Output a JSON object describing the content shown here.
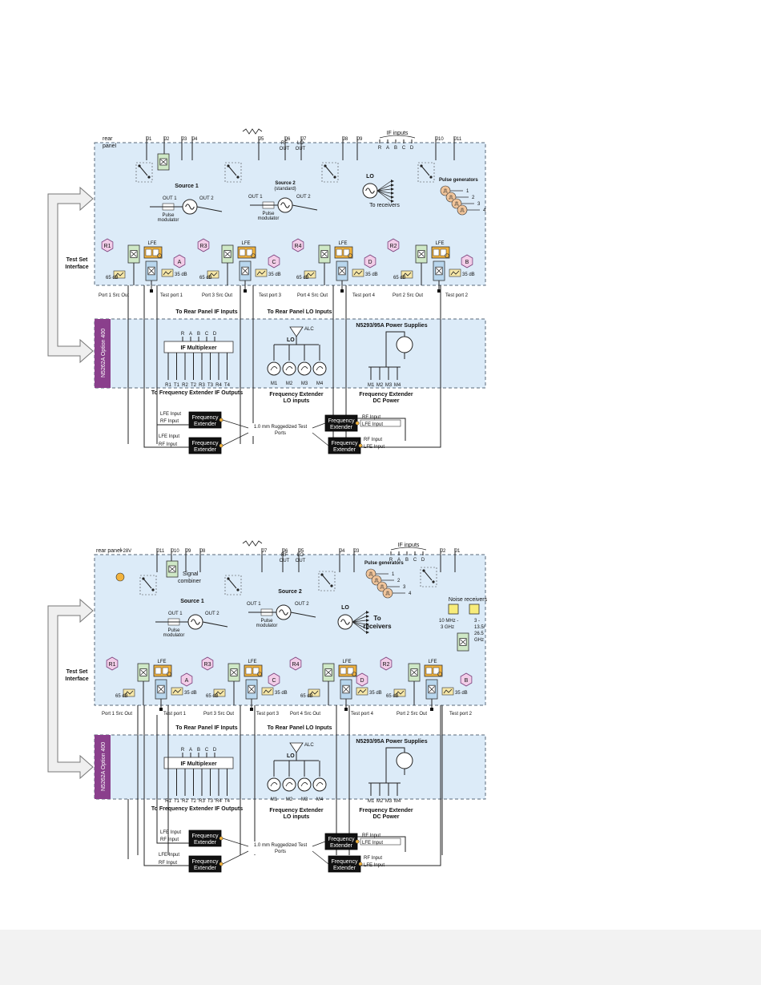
{
  "colors": {
    "test_set_fill": "#dcebf8",
    "panel_border": "#5a6a7a",
    "option_tab": "#8a3f8c",
    "receiver_fill": "#f2cde8",
    "coupler_green": "#cfe8c6",
    "coupler_blue": "#b9d7ee",
    "lfe_orange": "#f2b33d",
    "noise_yellow": "#f7ec7a",
    "pulse_orange": "#f0c49a",
    "black_box": "#111111"
  },
  "diagram1": {
    "rear_panel": "rear",
    "rear_panel2": "panel",
    "test_set_interface": [
      "Test Set",
      "Interface"
    ],
    "option_label": "N5262A Option 400",
    "connectors": [
      "J1",
      "J2",
      "J3",
      "J4",
      "J5",
      "J6",
      "J7",
      "J8",
      "J9",
      "J10",
      "J11"
    ],
    "rf_out": [
      "RF",
      "OUT"
    ],
    "lo_out": [
      "LO",
      "OUT"
    ],
    "if_inputs": "IF inputs",
    "if_inputs_letters": [
      "R",
      "A",
      "B",
      "C",
      "D"
    ],
    "source1": "Source 1",
    "source2": [
      "Source 2",
      "(standard)"
    ],
    "out1": "OUT 1",
    "out2": "OUT 2",
    "pulse_modulator": [
      "Pulse",
      "modulator"
    ],
    "lo": "LO",
    "to_receivers": "To receivers",
    "pulse_generators": "Pulse generators",
    "pg_numbers": [
      "1",
      "2",
      "3",
      "4"
    ],
    "receivers": [
      "R1",
      "A",
      "R3",
      "C",
      "R4",
      "D",
      "R2",
      "B"
    ],
    "lfe": "LFE",
    "attn_65": "65 dB",
    "attn_35": "35 dB",
    "port_labels": [
      "Port 1 Src Out",
      "Test port 1",
      "Port 3 Src Out",
      "Test port 3",
      "Port 4 Src Out",
      "Test port 4",
      "Port 2 Src Out",
      "Test port 2"
    ],
    "to_rear_if": "To Rear Panel IF Inputs",
    "to_rear_lo": "To Rear Panel LO Inputs",
    "if_mux": "IF Multiplexer",
    "if_mux_letters": [
      "R",
      "A",
      "B",
      "C",
      "D"
    ],
    "if_outputs": [
      "R1",
      "T1",
      "R2",
      "T2",
      "R3",
      "T3",
      "R4",
      "T4"
    ],
    "to_fe_if": "To Frequency Extender IF Outputs",
    "alc": "ALC",
    "lo_m": [
      "M1",
      "M2",
      "M3",
      "M4"
    ],
    "fe_lo": [
      "Frequency Extender",
      "LO inputs"
    ],
    "power_supplies": "N5293/95A Power Supplies",
    "fe_dc": [
      "Frequency Extender",
      "DC Power"
    ],
    "fe_box": [
      "Frequency",
      "Extender"
    ],
    "lfe_input": "LFE Input",
    "rf_input": "RF Input",
    "ruggedized": [
      "1.0 mm Ruggedized Test",
      "Ports"
    ]
  },
  "diagram2": {
    "rear_panel": "rear panel",
    "plus28v": "+28V",
    "connectors": [
      "J11",
      "J10",
      "J9",
      "J8",
      "J7",
      "J6",
      "J5",
      "J4",
      "J3",
      "J2",
      "J1"
    ],
    "rf_out": [
      "RF",
      "OUT"
    ],
    "lo_out": [
      "LO",
      "OUT"
    ],
    "if_inputs": "IF inputs",
    "if_inputs_letters": [
      "R",
      "A",
      "B",
      "C",
      "D"
    ],
    "signal_combiner": [
      "Signal",
      "combiner"
    ],
    "source1": "Source 1",
    "source2": "Source 2",
    "pulse_generators": "Pulse generators",
    "pg_numbers": [
      "1",
      "2",
      "3",
      "4"
    ],
    "out1": "OUT 1",
    "out2": "OUT 2",
    "pulse_modulator": [
      "Pulse",
      "modulator"
    ],
    "lo": "LO",
    "to_receivers": [
      "To",
      "receivers"
    ],
    "noise_receivers": "Noise receivers",
    "freq_left": [
      "10 MHz -",
      "3 GHz"
    ],
    "freq_right": [
      "3 -",
      "13.5/",
      "26.5",
      "GHz"
    ],
    "test_set_interface": [
      "Test Set",
      "Interface"
    ],
    "option_label": "N5262A Option 400",
    "receivers": [
      "R1",
      "A",
      "R3",
      "C",
      "R4",
      "D",
      "R2",
      "B"
    ],
    "lfe": "LFE",
    "attn_65": "65 dB",
    "attn_35": "35 dB",
    "port_labels": [
      "Port 1 Src Out",
      "Test port 1",
      "Port 3 Src Out",
      "Test port 3",
      "Port 4 Src Out",
      "Test port 4",
      "Port 2 Src Out",
      "Test port 2"
    ],
    "to_rear_if": "To Rear Panel IF Inputs",
    "to_rear_lo": "To Rear Panel LO Inputs",
    "if_mux": "IF Multiplexer",
    "if_mux_letters": [
      "R",
      "A",
      "B",
      "C",
      "D"
    ],
    "if_outputs": [
      "R1",
      "T1",
      "R2",
      "T2",
      "R3",
      "T3",
      "R4",
      "T4"
    ],
    "to_fe_if": "To Frequency Extender IF Outputs",
    "alc": "ALC",
    "lo_m": [
      "M1",
      "M2",
      "M3",
      "M4"
    ],
    "fe_lo": [
      "Frequency Extender",
      "LO inputs"
    ],
    "power_supplies": "N5293/95A Power Supplies",
    "fe_dc": [
      "Frequency Extender",
      "DC Power"
    ],
    "fe_box": [
      "Frequency",
      "Extender"
    ],
    "lfe_input": "LFE Input",
    "rf_input": "RF Input",
    "ruggedized": [
      "1.0 mm Ruggedized Test",
      "Ports"
    ]
  }
}
